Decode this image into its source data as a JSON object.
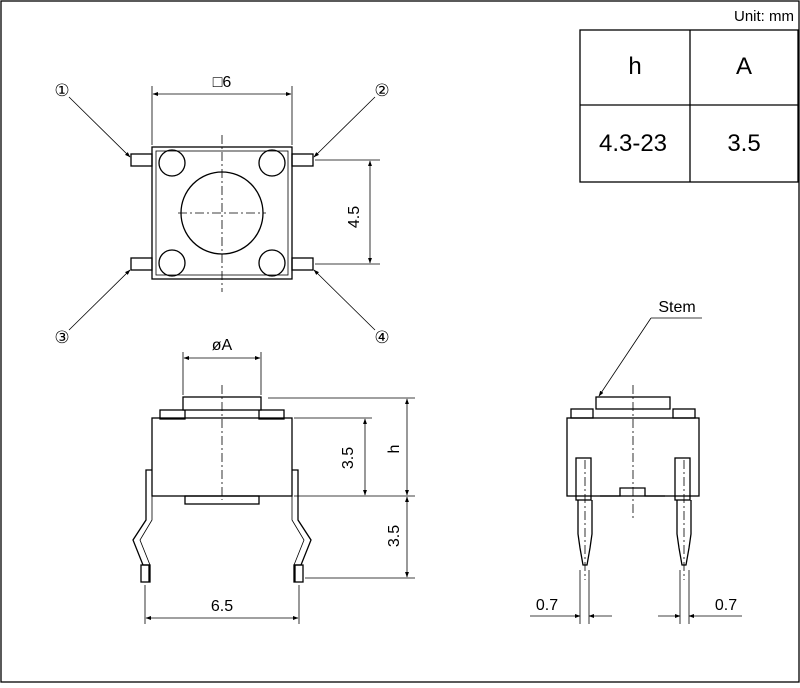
{
  "unit_label": "Unit: mm",
  "table": {
    "headers": [
      "h",
      "A"
    ],
    "values": [
      "4.3-23",
      "3.5"
    ]
  },
  "top_view": {
    "width_label": "□6",
    "pitch_label": "4.5",
    "pins": [
      "①",
      "②",
      "③",
      "④"
    ]
  },
  "front_view": {
    "diameter_label": "øA",
    "stem_height_label": "3.5",
    "height_label": "h",
    "lead_length_label": "3.5",
    "lead_span_label": "6.5"
  },
  "side_view": {
    "stem_label": "Stem",
    "lead_width_left": "0.7",
    "lead_width_right": "0.7"
  }
}
